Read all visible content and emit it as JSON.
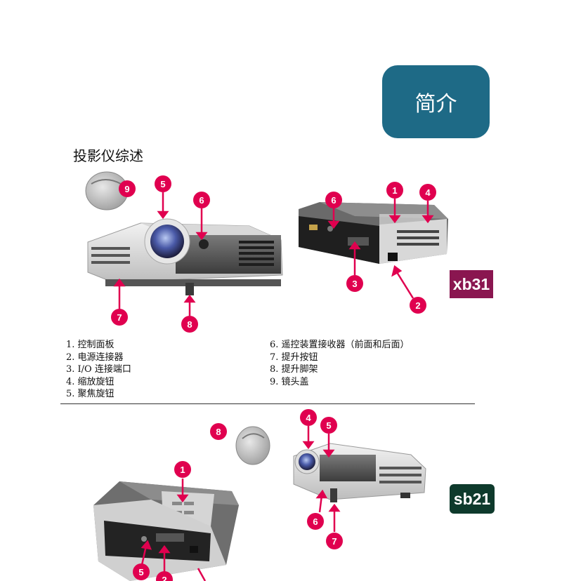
{
  "chapter_label": "简介",
  "section_title": "投影仪综述",
  "models": {
    "top": "xb31",
    "bottom": "sb21"
  },
  "legend": {
    "left": [
      "1. 控制面板",
      "2. 电源连接器",
      "3. I/O 连接端口",
      "4. 缩放旋钮",
      "5. 聚焦旋钮"
    ],
    "right": [
      "6. 遥控装置接收器（前面和后面）",
      "7. 提升按钮",
      "8. 提升脚架",
      "9. 镜头盖"
    ]
  },
  "callouts": {
    "xb31_front": [
      "9",
      "5",
      "6",
      "7",
      "8"
    ],
    "xb31_back": [
      "6",
      "1",
      "4",
      "3",
      "2"
    ],
    "sb21_cap": "8",
    "sb21_front": [
      "4",
      "5",
      "6",
      "7"
    ],
    "sb21_back": [
      "1",
      "5",
      "2"
    ]
  },
  "colors": {
    "chapter_box": "#1e6a86",
    "callout": "#e0004f",
    "xb31_badge": "#8a1650",
    "sb21_badge": "#0e3a2c"
  }
}
